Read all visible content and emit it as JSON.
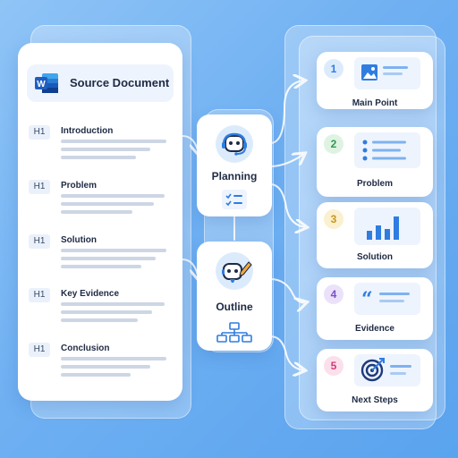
{
  "source": {
    "title": "Source Document",
    "sections": [
      {
        "badge": "H1",
        "label": "Introduction"
      },
      {
        "badge": "H1",
        "label": "Problem"
      },
      {
        "badge": "H1",
        "label": "Solution"
      },
      {
        "badge": "H1",
        "label": "Key Evidence"
      },
      {
        "badge": "H1",
        "label": "Conclusion"
      }
    ]
  },
  "nodes": {
    "planning": {
      "label": "Planning",
      "icon": "robot-headset-icon",
      "sub_icon": "checklist-icon"
    },
    "outline": {
      "label": "Outline",
      "icon": "robot-pencil-icon",
      "sub_icon": "hierarchy-icon"
    }
  },
  "steps": [
    {
      "number": "1",
      "label": "Main Point",
      "icon": "image-icon",
      "color": "#2f7de1",
      "bg": "#dcebfc"
    },
    {
      "number": "2",
      "label": "Problem",
      "icon": "bullet-list-icon",
      "color": "#2e9a4f",
      "bg": "#dff3e3"
    },
    {
      "number": "3",
      "label": "Solution",
      "icon": "bar-chart-icon",
      "color": "#c7961a",
      "bg": "#fbf0cf"
    },
    {
      "number": "4",
      "label": "Evidence",
      "icon": "quote-icon",
      "color": "#7b4fc8",
      "bg": "#ebe2fa"
    },
    {
      "number": "5",
      "label": "Next Steps",
      "icon": "target-icon",
      "color": "#d13b7a",
      "bg": "#fbe0ec"
    }
  ],
  "colors": {
    "accent": "#2f7de1",
    "word_blue": "#1f5fbf"
  }
}
